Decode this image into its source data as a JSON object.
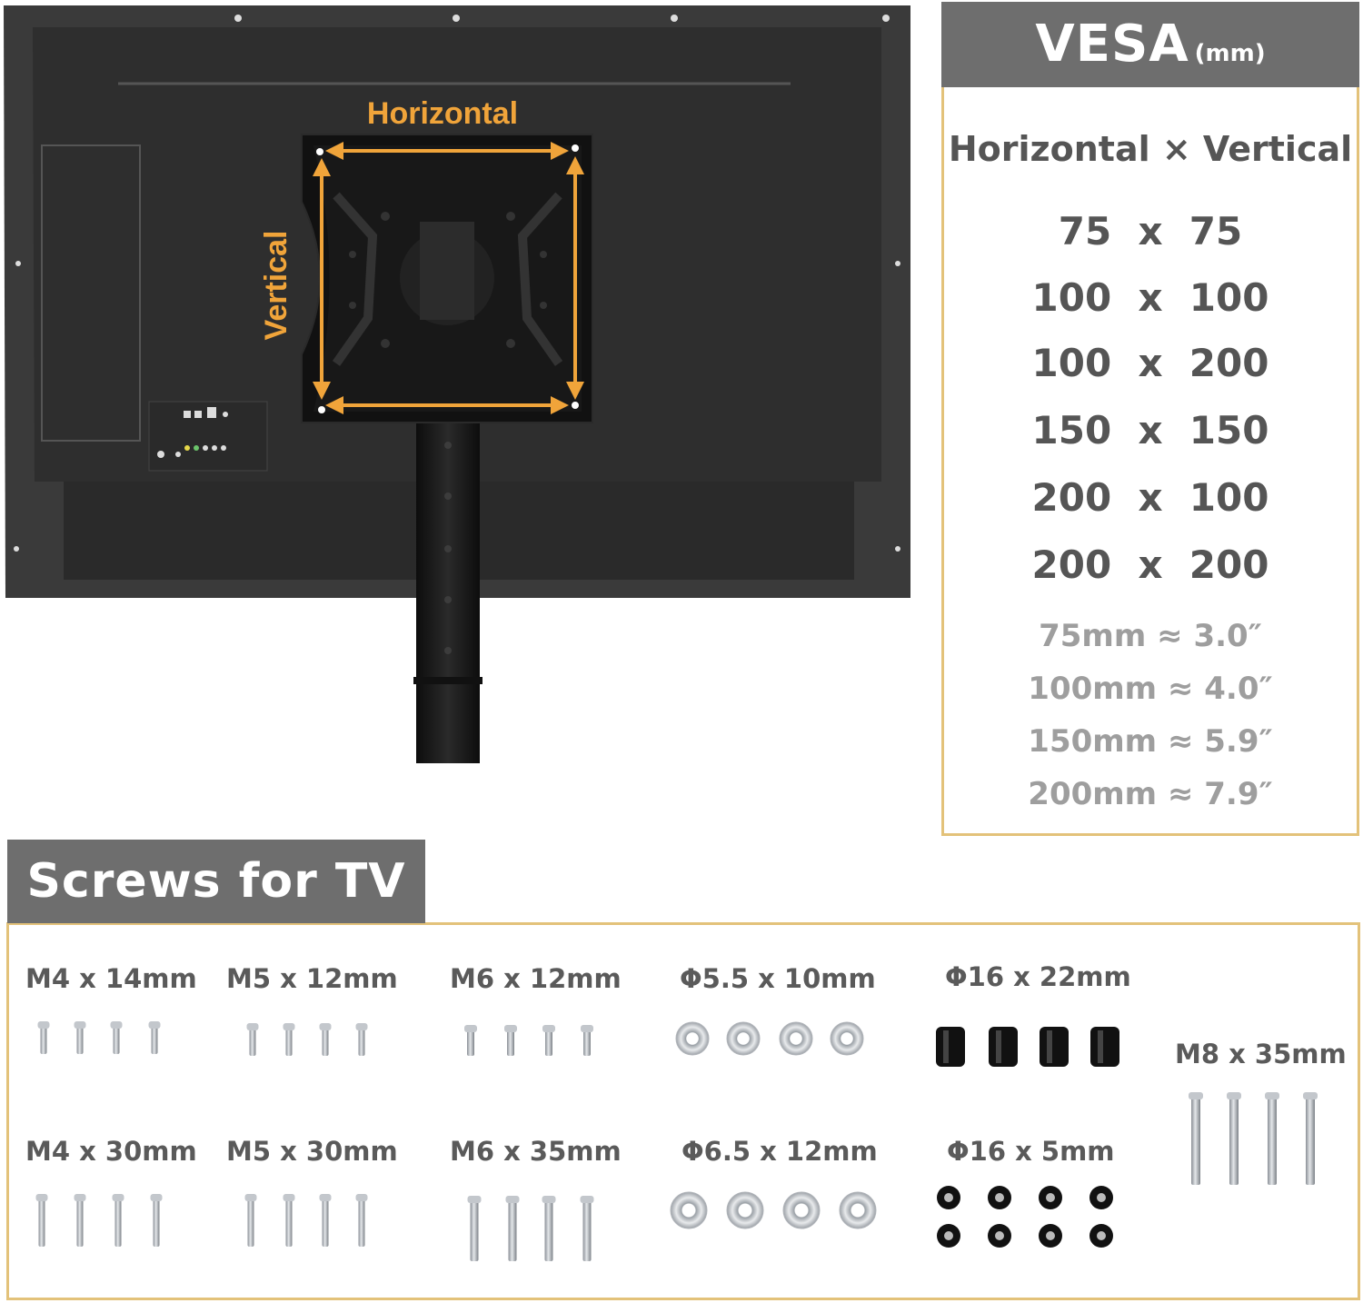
{
  "illustration": {
    "horizontal_label": "Horizontal",
    "vertical_label": "Vertical",
    "accent_color": "#f0a43a"
  },
  "vesa": {
    "title": "VESA",
    "unit": "(mm)",
    "subtitle": "Horizontal × Vertical",
    "sizes": [
      "75  x  75",
      "100  x  100",
      "100  x  200",
      "150  x  150",
      "200  x  100",
      "200  x  200"
    ],
    "conversions": [
      "75mm ≈ 3.0″",
      "100mm ≈ 4.0″",
      "150mm ≈ 5.9″",
      "200mm ≈ 7.9″"
    ],
    "header_color": "#6e6e6e",
    "border_color": "#e3c27a"
  },
  "screws": {
    "title": "Screws for TV",
    "items": [
      {
        "label": "M4 x 14mm",
        "icon": "short-screw-icon"
      },
      {
        "label": "M5 x 12mm",
        "icon": "short-screw-icon"
      },
      {
        "label": "M6 x 12mm",
        "icon": "short-screw-icon"
      },
      {
        "label": "Φ5.5 x 10mm",
        "icon": "washer-icon"
      },
      {
        "label": "Φ16 x 22mm",
        "icon": "spacer-icon"
      },
      {
        "label": "M8 x 35mm",
        "icon": "long-screw-icon"
      },
      {
        "label": "M4 x 30mm",
        "icon": "long-screw-icon"
      },
      {
        "label": "M5 x 30mm",
        "icon": "long-screw-icon"
      },
      {
        "label": "M6 x 35mm",
        "icon": "long-screw-icon"
      },
      {
        "label": "Φ6.5 x 12mm",
        "icon": "washer-icon"
      },
      {
        "label": "Φ16 x 5mm",
        "icon": "rubber-ring-icon"
      }
    ]
  }
}
